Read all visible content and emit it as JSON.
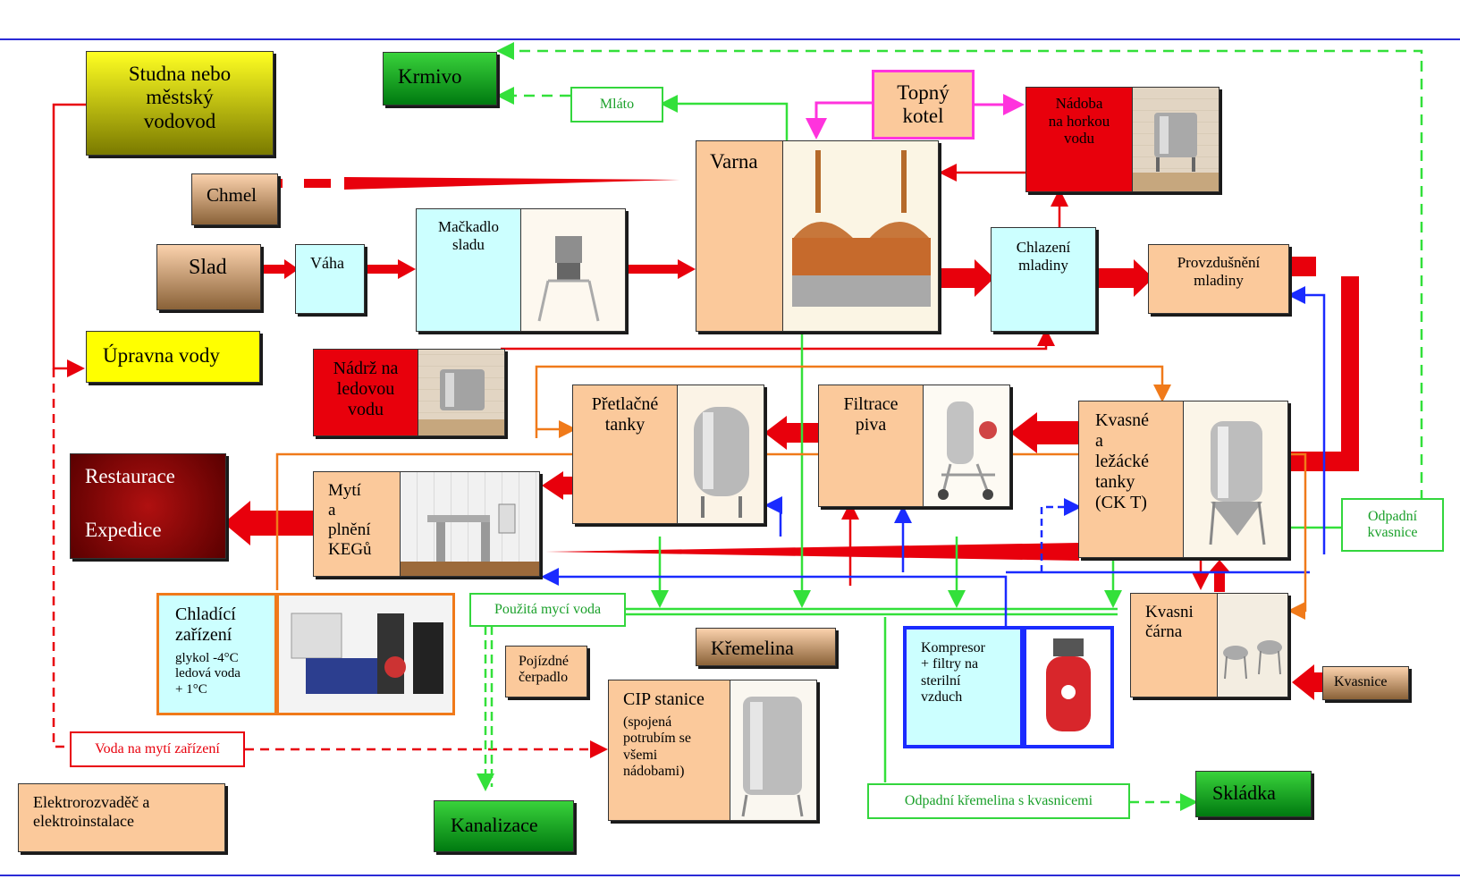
{
  "boxes": {
    "studna": "Studna nebo\nměstský\nvodovod",
    "krmivo": "Krmivo",
    "topny": "Topný\nkotel",
    "nadoba": "Nádoba\nna horkou\nvodu",
    "chmel": "Chmel",
    "varna": "Varna",
    "slad": "Slad",
    "vaha": "Váha",
    "mackadlo": "Mačkadlo\nsladu",
    "chlazeni": "Chlazení\nmladiny",
    "provzdusneni": "Provzdušnění\nmladiny",
    "upravna": "Úpravna vody",
    "nadrz": "Nádrž na\nledovou\nvodu",
    "pretlacne": "Přetlačné\ntanky",
    "filtrace": "Filtrace\npiva",
    "kvasne": "Kvasné\na\nležácké\ntanky\n(CK T)",
    "restaurace": "Restaurace",
    "expedice": "Expedice",
    "myti": "Mytí\na\nplnění\nKEGů",
    "chladici_title": "Chladící\nzařízení",
    "chladici_sub": "glykol -4°C\nledová voda\n+ 1°C",
    "kremelina": "Křemelina",
    "pojizdne": "Pojízdné\nčerpadlo",
    "cip_title": "CIP stanice",
    "cip_sub": "(spojená\npotrubím se\nvšemi\nnádobami)",
    "kompresor": "Kompresor\n+ filtry na\nsterilní\nvzduch",
    "kvasni": "Kvasni\nčárna",
    "kvasnice": "Kvasnice",
    "elektro": "Elektrorozvaděč a\nelektroinstalace",
    "kanalizace": "Kanalizace",
    "skladka": "Skládka"
  },
  "tags": {
    "mlato": "Mláto",
    "odpadni_kvasnice": "Odpadní\nkvasnice",
    "pouzita": "Použitá mycí voda",
    "voda_myti": "Voda na mytí zařízení",
    "odpadni_kremelina": "Odpadní křemelina s kvasnicemi"
  },
  "colors": {
    "pipe_red": "#e8000c",
    "pipe_green": "#33e03a",
    "pipe_blue": "#1a2bff",
    "pipe_orange": "#f07a1a",
    "pipe_magenta": "#ff33dd",
    "box_peach": "#fbc99b",
    "box_cyan": "#ccffff",
    "box_yellow": "#ffff00"
  }
}
